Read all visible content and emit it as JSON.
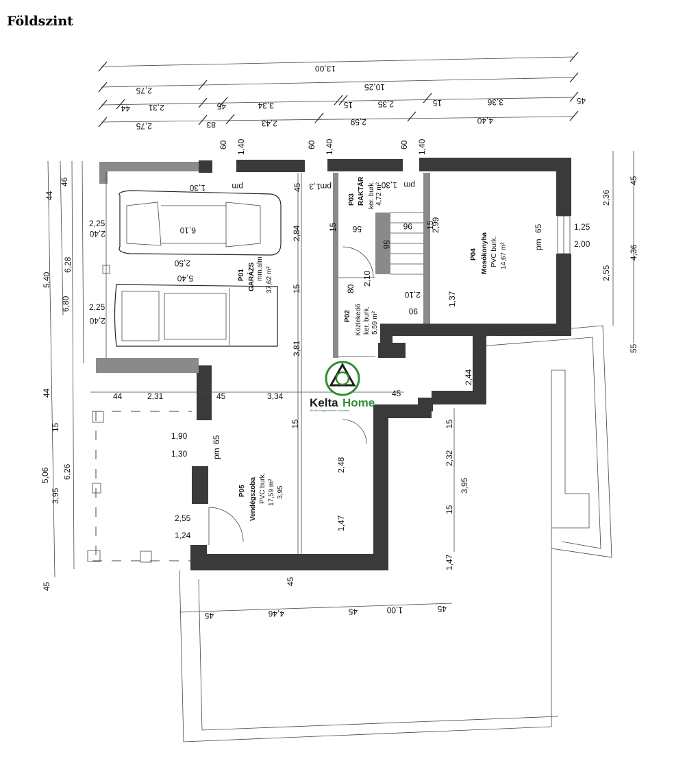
{
  "page": {
    "title": "Földszint"
  },
  "logo": {
    "brand_a": "Kelta",
    "brand_b": "Home",
    "tagline": "Minden Megbízhatóan Kényelem",
    "green": "#2f8f2f",
    "dark": "#1d1d1d"
  },
  "dims": {
    "top1": "13,00",
    "top2a": "2,75",
    "top2b": "10,25",
    "top3a": "44",
    "top3b": "2,31",
    "top3c": "45",
    "top3d": "3,34",
    "top3e": "15",
    "top3f": "2,35",
    "top3g": "15",
    "top3h": "3,36",
    "top3i": "45",
    "top4a": "2,75",
    "top4b": "83",
    "top4c": "2,43",
    "top4d": "2,59",
    "top4e": "4,40",
    "win1a": "60",
    "win1b": "1,40",
    "win2a": "60",
    "win2b": "1,40",
    "win3a": "60",
    "win3b": "1,40",
    "left1": "44",
    "left2": "46",
    "left3": "5,40",
    "left4": "6,28",
    "left5": "6,80",
    "left6": "44",
    "left7": "15",
    "left8": "5,06",
    "left9": "3,95",
    "left10": "6,26",
    "left11": "45",
    "car1a": "2,25",
    "car1b": "2,40",
    "car2a": "2,25",
    "car2b": "2,40",
    "r1": "45",
    "r2": "2,36",
    "r3": "1,25",
    "r4": "2,00",
    "r5": "4,36",
    "r6": "2,55",
    "r7": "55",
    "g1": "1,30",
    "g2": "pm",
    "g3": "45",
    "g4": "1,3",
    "g5": "pm",
    "g6": "1,30",
    "g7": "pm",
    "g8": "6,10",
    "g9": "2,50",
    "g10": "5,40",
    "g11": "2,84",
    "g12": "15",
    "g13": "3,81",
    "s1": "56",
    "s2": "15",
    "s3": "96",
    "s4": "56",
    "s5": "15",
    "s6": "2,99",
    "s7": "2,10",
    "s8": "80",
    "s9": "2,10",
    "s10": "90",
    "s11": "1,37",
    "m1": "65",
    "m2": "pm",
    "mid1": "44",
    "mid2": "2,31",
    "mid3": "45",
    "mid4": "3,34",
    "mid5": "45",
    "mid6": "2,44",
    "v1": "1,90",
    "v2": "65",
    "v3": "1,30",
    "v4": "pm",
    "v5": "15",
    "v6": "2,48",
    "v7": "1,47",
    "v8": "2,55",
    "v9": "1,24",
    "v10": "45",
    "t1": "15",
    "t2": "2,32",
    "t3": "3,95",
    "t4": "15",
    "t5": "1,47",
    "bot1": "45",
    "bot2": "4,46",
    "bot3": "45",
    "bot4": "1,00",
    "bot5": "45"
  },
  "rooms": {
    "p01": {
      "code": "P01",
      "name": "GARÁZS",
      "floor": "mm.alm",
      "area": "37,62 m²"
    },
    "p02": {
      "code": "P02",
      "name": "Közlekedő",
      "floor": "ker. burk.",
      "area": "5,59 m²"
    },
    "p03": {
      "code": "P03",
      "name": "RAKTÁR",
      "floor": "ker. burk.",
      "area": "4,72 m²"
    },
    "p04": {
      "code": "P04",
      "name": "Mosókonyha",
      "floor": "PVC burk.",
      "area": "14,67 m²"
    },
    "p05": {
      "code": "P05",
      "name": "Vendégszoba",
      "floor": "PVC burk.",
      "area": "17,59 m²",
      "height": "3,95"
    }
  }
}
